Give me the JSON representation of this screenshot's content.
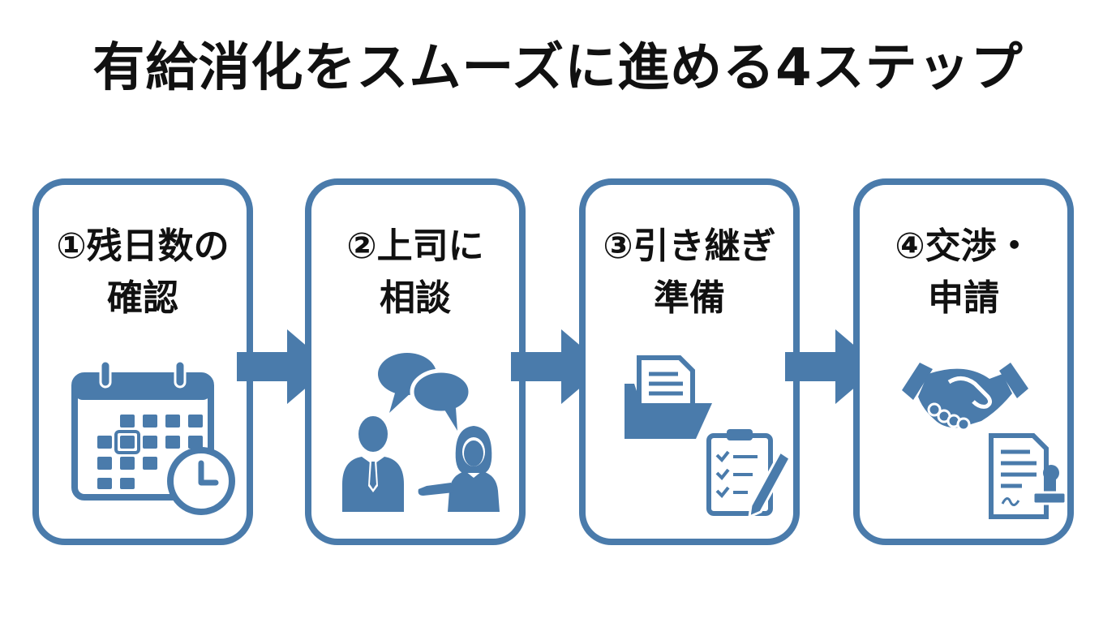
{
  "title": "有給消化をスムーズに進める4ステップ",
  "colors": {
    "accent": "#4a7bab",
    "text": "#111111",
    "background": "#ffffff"
  },
  "steps": [
    {
      "line1": "①残日数の",
      "line2": "確認",
      "icon": "calendar-clock-icon"
    },
    {
      "line1": "②上司に",
      "line2": "相談",
      "icon": "conversation-icon"
    },
    {
      "line1": "③引き継ぎ",
      "line2": "準備",
      "icon": "folder-clipboard-icon"
    },
    {
      "line1": "④交渉・",
      "line2": "申請",
      "icon": "handshake-document-icon"
    }
  ]
}
